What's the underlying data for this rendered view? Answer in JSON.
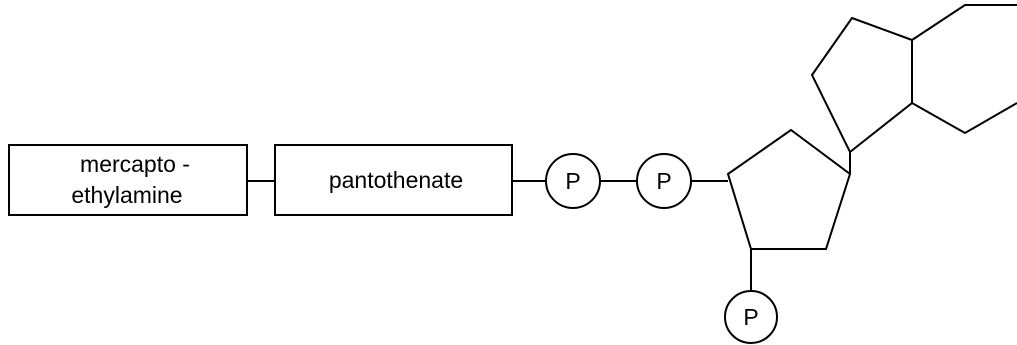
{
  "diagram": {
    "mercapto_box": {
      "line1": "mercapto -",
      "line2": "ethylamine"
    },
    "pantothenate_box": {
      "label": "pantothenate"
    },
    "phosphates": [
      {
        "label": "P"
      },
      {
        "label": "P"
      },
      {
        "label": "P"
      }
    ]
  }
}
